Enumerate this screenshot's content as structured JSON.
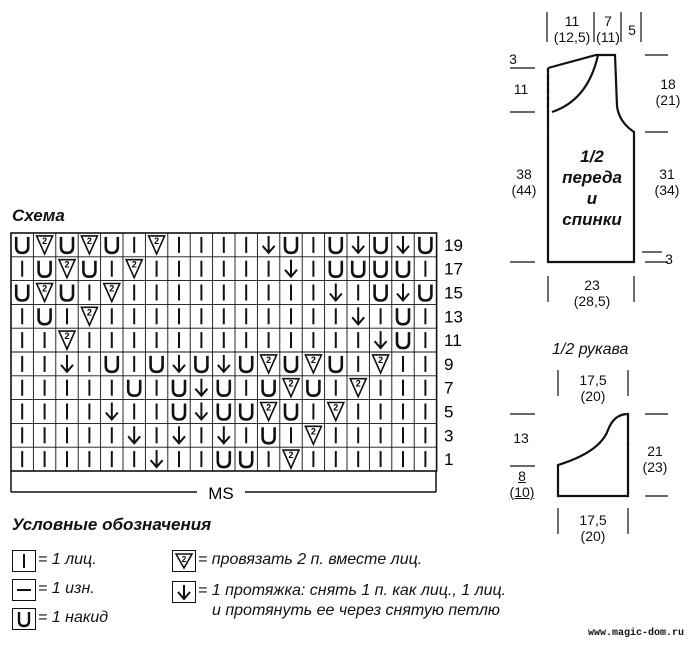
{
  "schema": {
    "title": "Схема",
    "row_numbers": [
      "19",
      "17",
      "15",
      "13",
      "11",
      "9",
      "7",
      "5",
      "3",
      "1"
    ],
    "repeat_label": "MS",
    "grid": [
      [
        "U",
        "D",
        "U",
        "D",
        "U",
        "I",
        "D",
        "I",
        "I",
        "I",
        "I",
        "A",
        "U",
        "I",
        "U",
        "A",
        "U",
        "A",
        "U"
      ],
      [
        "I",
        "U",
        "D",
        "U",
        "I",
        "D",
        "I",
        "I",
        "I",
        "I",
        "I",
        "I",
        "A",
        "I",
        "U",
        "U",
        "U",
        "U",
        "I"
      ],
      [
        "U",
        "D",
        "U",
        "I",
        "D",
        "I",
        "I",
        "I",
        "I",
        "I",
        "I",
        "I",
        "I",
        "I",
        "A",
        "I",
        "U",
        "A",
        "U"
      ],
      [
        "I",
        "U",
        "I",
        "D",
        "I",
        "I",
        "I",
        "I",
        "I",
        "I",
        "I",
        "I",
        "I",
        "I",
        "I",
        "A",
        "I",
        "U",
        "I"
      ],
      [
        "I",
        "I",
        "D",
        "I",
        "I",
        "I",
        "I",
        "I",
        "I",
        "I",
        "I",
        "I",
        "I",
        "I",
        "I",
        "I",
        "A",
        "U",
        "I"
      ],
      [
        "I",
        "I",
        "A",
        "I",
        "U",
        "I",
        "U",
        "A",
        "U",
        "A",
        "U",
        "D",
        "U",
        "D",
        "U",
        "I",
        "D",
        "I",
        "I"
      ],
      [
        "I",
        "I",
        "I",
        "I",
        "I",
        "U",
        "I",
        "U",
        "A",
        "U",
        "I",
        "U",
        "D",
        "U",
        "I",
        "D",
        "I",
        "I",
        "I"
      ],
      [
        "I",
        "I",
        "I",
        "I",
        "A",
        "I",
        "I",
        "U",
        "A",
        "U",
        "U",
        "D",
        "U",
        "I",
        "D",
        "I",
        "I",
        "I",
        "I"
      ],
      [
        "I",
        "I",
        "I",
        "I",
        "I",
        "A",
        "I",
        "A",
        "I",
        "A",
        "I",
        "U",
        "I",
        "D",
        "I",
        "I",
        "I",
        "I",
        "I"
      ],
      [
        "I",
        "I",
        "I",
        "I",
        "I",
        "I",
        "A",
        "I",
        "I",
        "U",
        "U",
        "I",
        "D",
        "I",
        "I",
        "I",
        "I",
        "I",
        "I"
      ]
    ]
  },
  "legend": {
    "title": "Условные обозначения",
    "knit": "= 1 лиц.",
    "purl": "= 1 изн.",
    "yo": "= 1 накид",
    "k2tog": "= провязать 2 п. вместе лиц.",
    "skp_line1": "= 1 протяжка: снять 1 п. как лиц., 1 лиц.",
    "skp_line2": "и протянуть ее через снятую петлю"
  },
  "front_back": {
    "label_line1": "1/2",
    "label_line2": "переда",
    "label_line3": "и",
    "label_line4": "спинки",
    "top_dims": [
      {
        "value": "11",
        "alt": "(12,5)"
      },
      {
        "value": "7",
        "alt": "(11)"
      },
      {
        "value": "5",
        "alt": ""
      }
    ],
    "shoulder_drop": "3",
    "neck_depth": "11",
    "armhole": {
      "value": "18",
      "alt": "(21)"
    },
    "total_height": {
      "value": "38",
      "alt": "(44)"
    },
    "side_height": {
      "value": "31",
      "alt": "(34)"
    },
    "hem": "3",
    "width": {
      "value": "23",
      "alt": "(28,5)"
    }
  },
  "sleeve": {
    "title": "1/2 рукава",
    "top_width": {
      "value": "17,5",
      "alt": "(20)"
    },
    "cap_height": "13",
    "side_height": {
      "value": "21",
      "alt": "(23)"
    },
    "cuff": {
      "value": "8",
      "alt": "(10)"
    },
    "bottom_width": {
      "value": "17,5",
      "alt": "(20)"
    }
  },
  "watermark": "www.magic-dom.ru"
}
